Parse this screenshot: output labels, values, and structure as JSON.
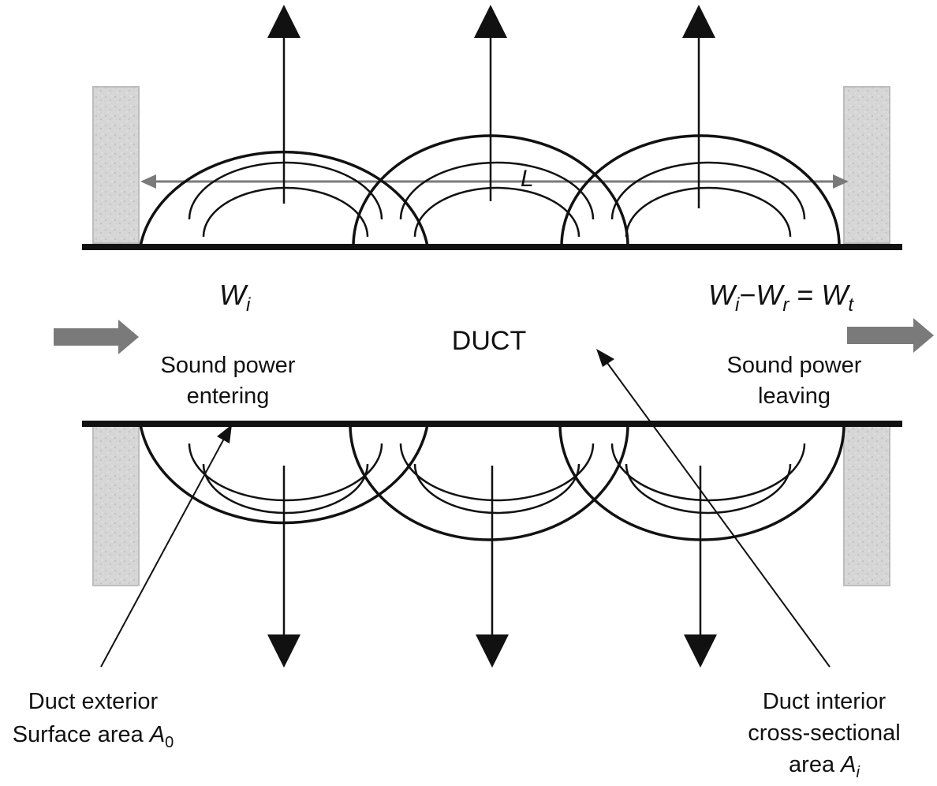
{
  "labels": {
    "length": "L",
    "power_in_var": "W",
    "power_in_sub": "i",
    "duct": "DUCT",
    "entering_line1": "Sound power",
    "entering_line2": "entering",
    "leaving_line1": "Sound power",
    "leaving_line2": "leaving",
    "eq_w1": "W",
    "eq_s1": "i",
    "eq_minus": "−",
    "eq_w2": "W",
    "eq_s2": "r",
    "eq_equals": " = ",
    "eq_w3": "W",
    "eq_s3": "t",
    "exterior_line1": "Duct exterior",
    "exterior_line2_text": "Surface area ",
    "exterior_var": "A",
    "exterior_sub": "0",
    "interior_line1": "Duct interior",
    "interior_line2": "cross-sectional",
    "interior_line3_text": "area ",
    "interior_var": "A",
    "interior_sub": "i"
  },
  "colors": {
    "line": "#111111",
    "arrow_gray": "#7a7a7a",
    "wall_fill": "#d4d4d4",
    "wall_stroke": "#b8b8b8"
  }
}
